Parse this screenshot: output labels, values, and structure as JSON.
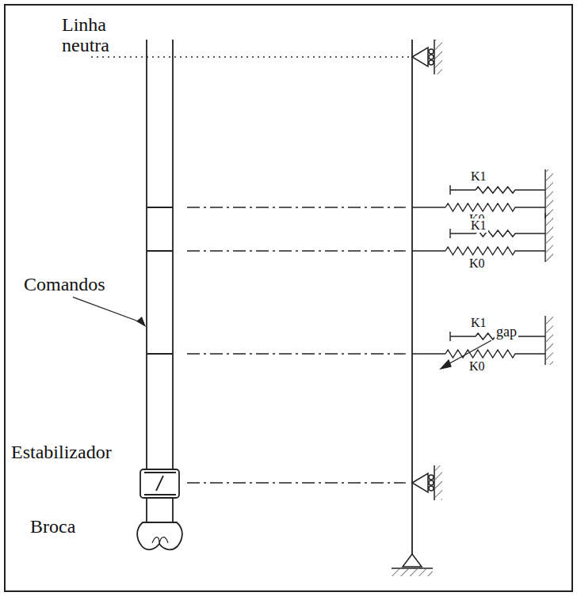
{
  "diagram": {
    "labels": [
      "Linha neutra",
      "K1",
      "K0",
      "K1",
      "K0",
      "Comandos",
      "gap",
      "K1",
      "K0",
      "Estabilizador",
      "Broca"
    ]
  }
}
